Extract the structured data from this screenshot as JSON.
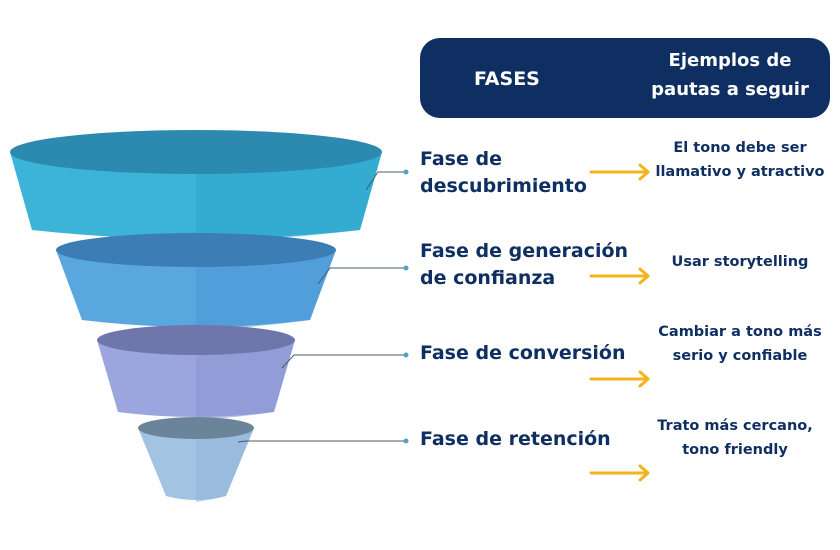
{
  "header": {
    "phases_label": "FASES",
    "examples_label": "Ejemplos  de pautas a seguir"
  },
  "phases": [
    {
      "name": "Fase de descubrimiento",
      "example": "El tono debe ser llamativo y atractivo"
    },
    {
      "name": "Fase de generación de confianza",
      "example": "Usar storytelling"
    },
    {
      "name": "Fase de conversión",
      "example": "Cambiar a tono más serio y confiable"
    },
    {
      "name": "Fase de retención",
      "example": "Trato más cercano, tono friendly"
    }
  ],
  "colors": {
    "header_bg": "#0f2f63",
    "text": "#0f2f63",
    "arrow": "#f2b31b",
    "connector": "#4a5a6a",
    "funnel": [
      "#3cb4d8",
      "#5aa7e0",
      "#9ba6de",
      "#a3c3e3"
    ]
  }
}
